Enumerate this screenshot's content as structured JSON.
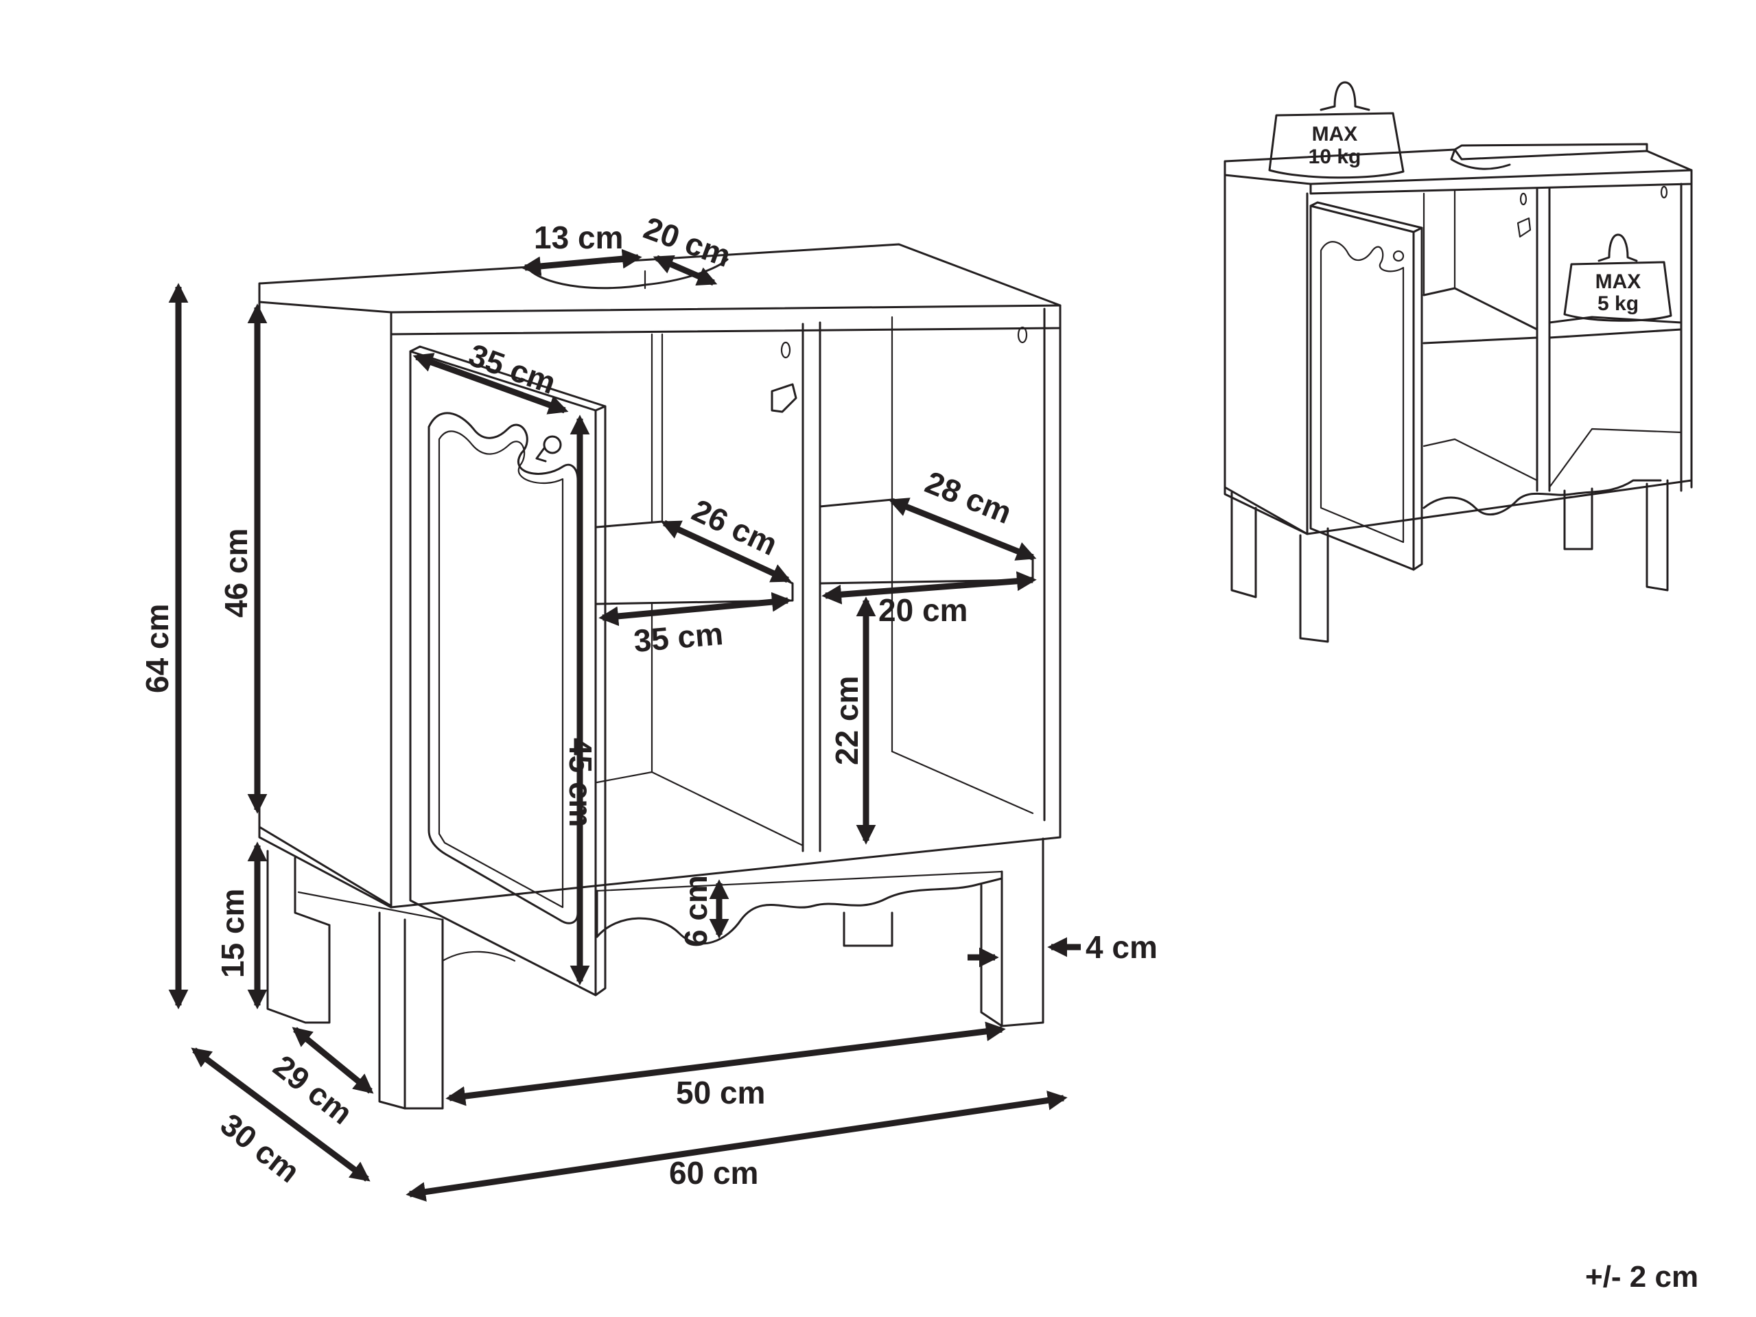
{
  "dimensions": {
    "total_height": "64 cm",
    "body_height": "46 cm",
    "leg_height": "15 cm",
    "door_height": "45 cm",
    "door_width": "35 cm",
    "sink_cutout_width": "13 cm",
    "sink_cutout_depth": "20 cm",
    "left_shelf_depth": "26 cm",
    "left_shelf_width": "35 cm",
    "right_shelf_depth": "28 cm",
    "right_shelf_width": "20 cm",
    "shelf_clearance": "22 cm",
    "apron_height": "6 cm",
    "leg_width": "4 cm",
    "inner_width": "50 cm",
    "total_width": "60 cm",
    "inner_depth": "29 cm",
    "total_depth": "30 cm"
  },
  "weights": {
    "top": {
      "max": "MAX",
      "value": "10 kg"
    },
    "shelf": {
      "max": "MAX",
      "value": "5 kg"
    }
  },
  "tolerance": "+/- 2 cm"
}
